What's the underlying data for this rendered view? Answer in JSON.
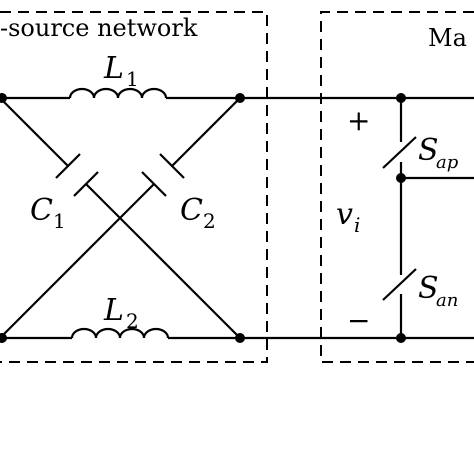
{
  "diagram": {
    "left_box_title": "-source network",
    "right_box_title": "Ma",
    "inductor_top": {
      "symbol": "L",
      "subscript": "1"
    },
    "inductor_bottom": {
      "symbol": "L",
      "subscript": "2"
    },
    "capacitor_left": {
      "symbol": "C",
      "subscript": "1"
    },
    "capacitor_right": {
      "symbol": "C",
      "subscript": "2"
    },
    "voltage": {
      "symbol": "v",
      "subscript": "i"
    },
    "plus_sign": "+",
    "minus_sign": "−",
    "switch_upper": {
      "symbol": "S",
      "subscript": "ap"
    },
    "switch_lower": {
      "symbol": "S",
      "subscript": "an"
    }
  }
}
